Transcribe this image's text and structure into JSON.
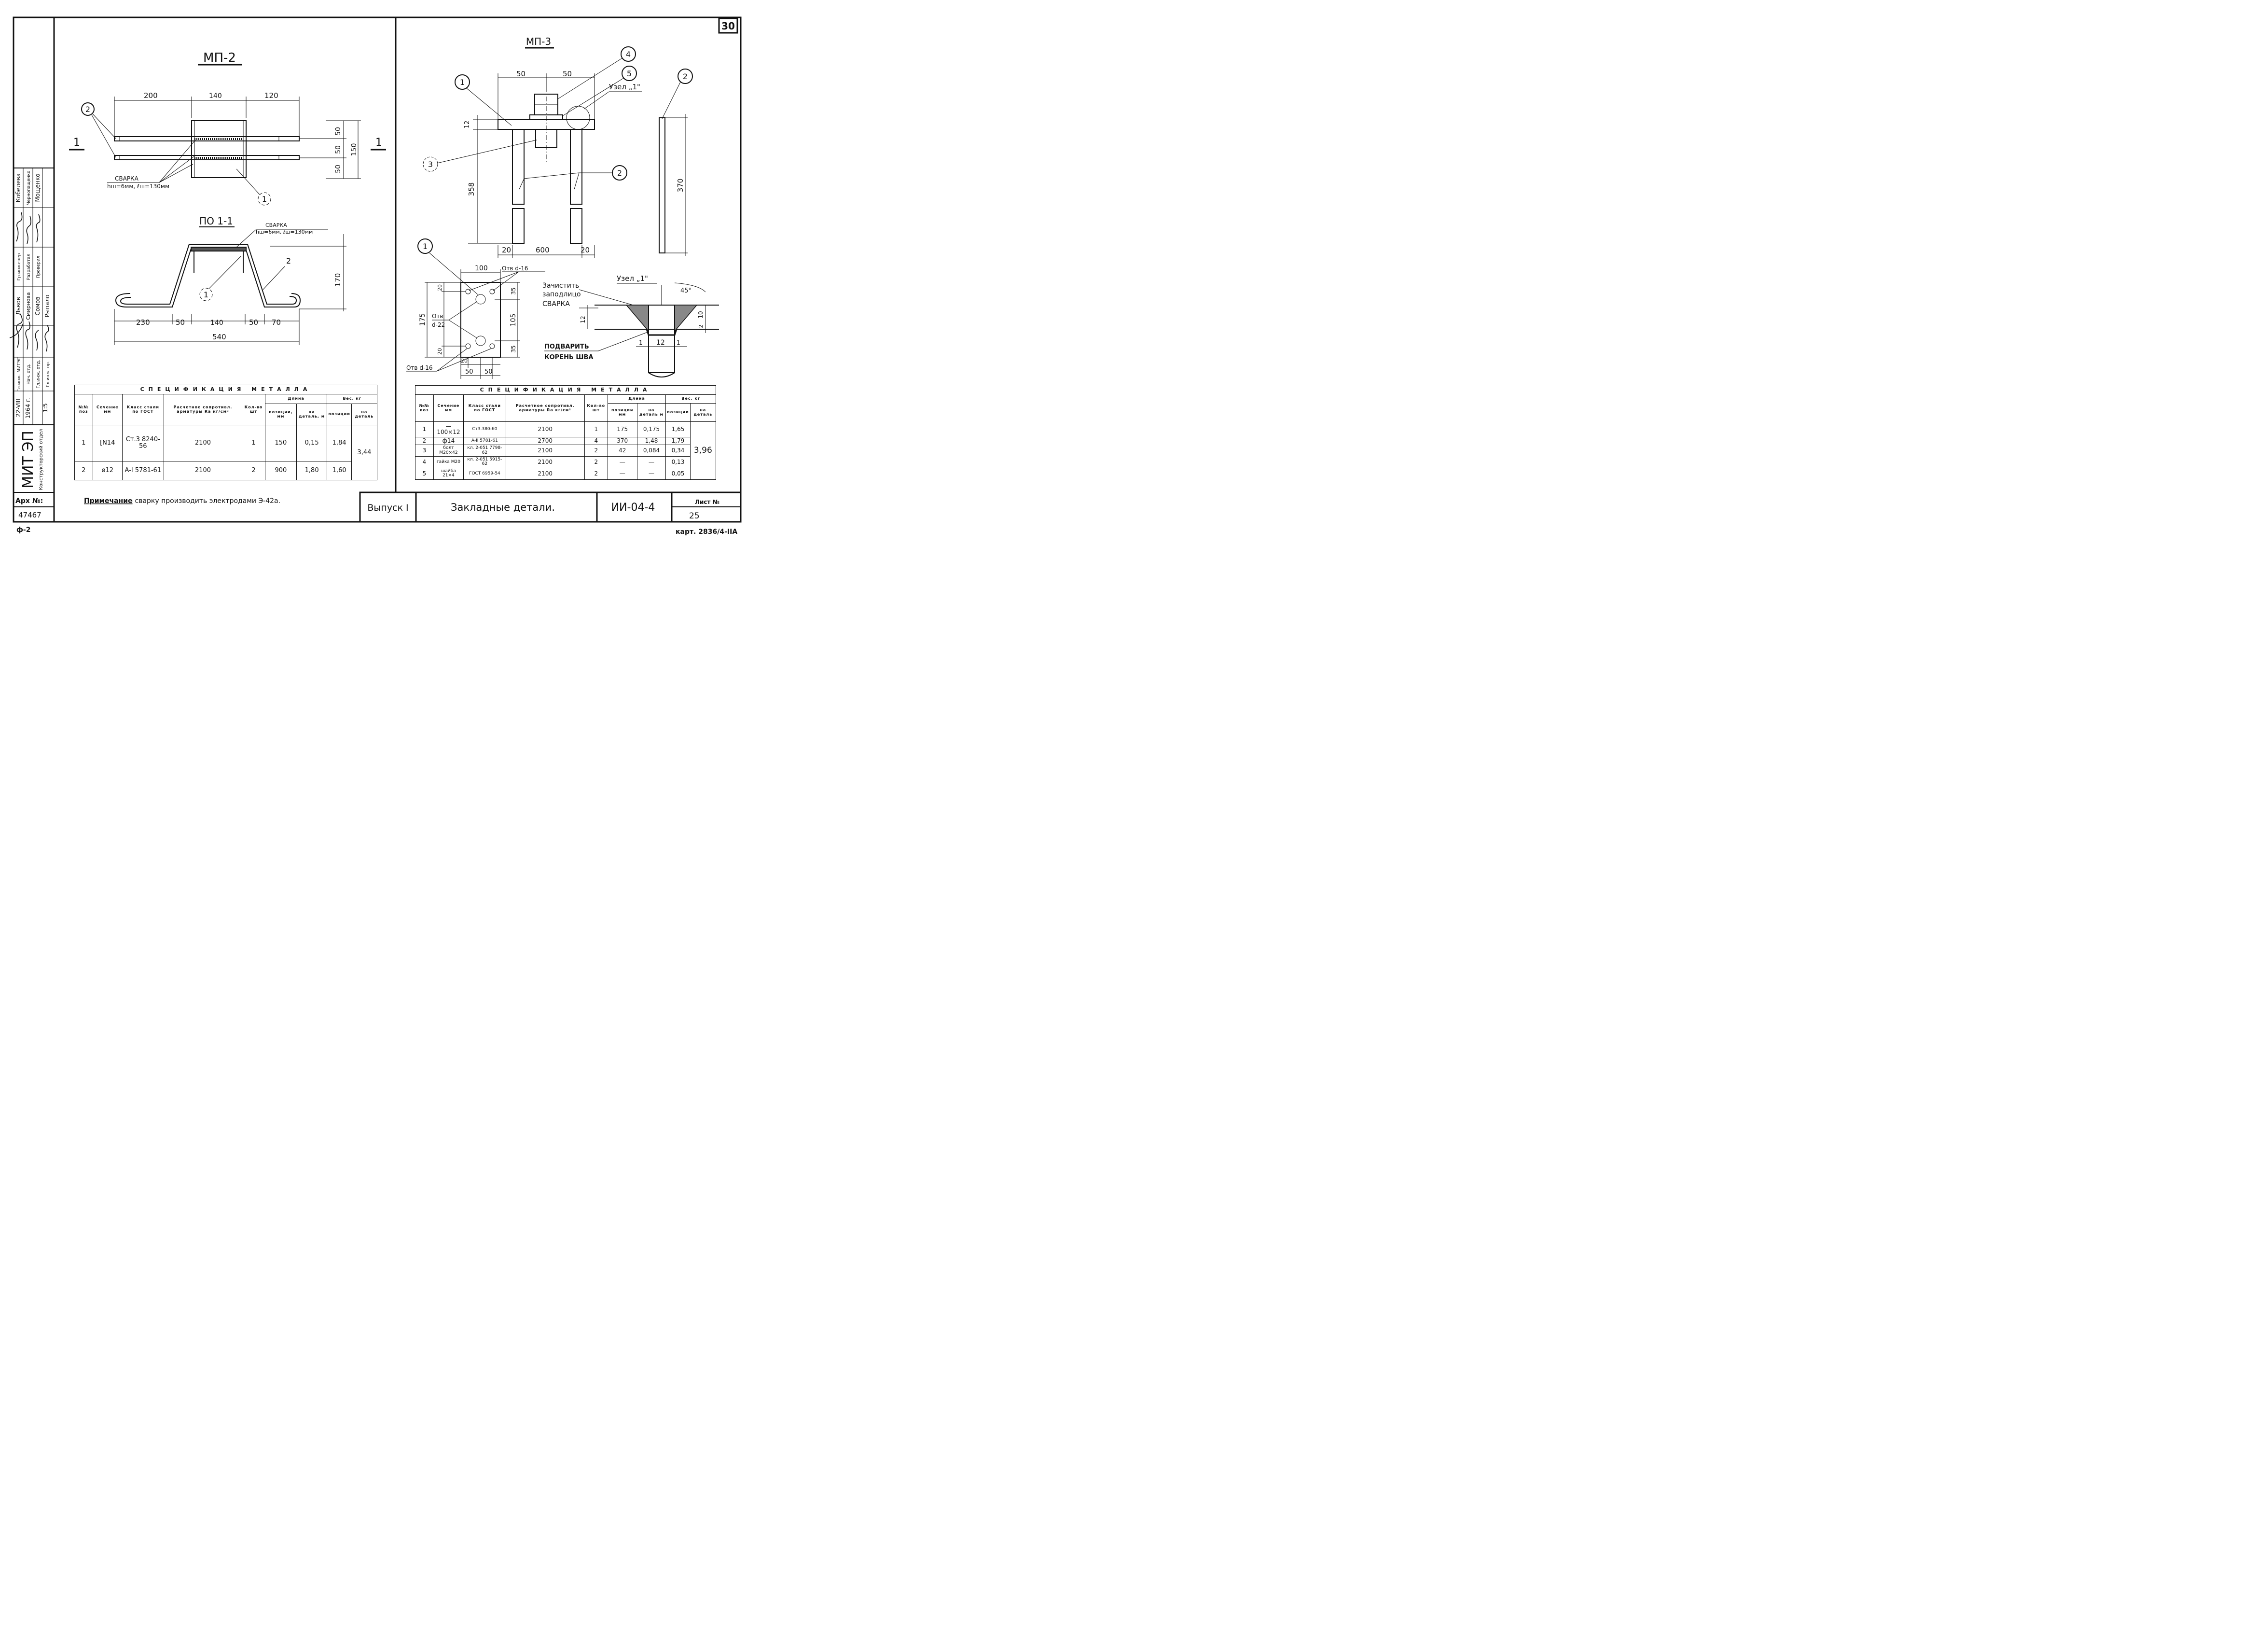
{
  "sheet_number": "30",
  "left": {
    "title": "МП-2",
    "dims_top": [
      "200",
      "140",
      "120"
    ],
    "dims_right": [
      "50",
      "50",
      "50",
      "150"
    ],
    "section_mark": "1",
    "callouts": [
      "2",
      "1",
      "1",
      "2"
    ],
    "weld_label": "СВАРКА",
    "weld_spec": "hш=6мм, ℓш=130мм",
    "section_title": "ПО 1-1",
    "section_weld_label": "СВАРКА",
    "section_weld_spec": "hш=6мм, ℓш=130мм",
    "section_height": "170",
    "section_dims": [
      "230",
      "50",
      "140",
      "50",
      "70"
    ],
    "section_total": "540"
  },
  "right": {
    "title": "МП-3",
    "dims_top": [
      "50",
      "50"
    ],
    "dim_12": "12",
    "dim_358": "358",
    "dims_bottom": [
      "20",
      "600",
      "20"
    ],
    "callouts": [
      "1",
      "4",
      "5",
      "3",
      "2",
      "2",
      "1"
    ],
    "node_label": "Узел „1\"",
    "bar_length": "370",
    "plate_dims": {
      "width": "100",
      "hole_small": "Отв d-16",
      "hole_small_2": "Отв d-16",
      "hole_big_a": "Отв",
      "hole_big_b": "d-22",
      "h20a": "20",
      "h175": "175",
      "h20b": "20",
      "r35a": "35",
      "r105": "105",
      "r35b": "35",
      "b20": "20",
      "b50a": "50",
      "b50b": "50"
    },
    "node_title": "Узел „1\"",
    "node_clean": [
      "Зачистить",
      "заподлицо"
    ],
    "node_weld": "СВАРКА",
    "node_angle": "45°",
    "node_dim12": "12",
    "node_dim10": "10",
    "node_dim2": "2",
    "node_bottom": [
      "1",
      "12",
      "1"
    ],
    "node_root": [
      "ПОДВАРИТЬ",
      "КОРЕНЬ ШВА"
    ]
  },
  "spec_left": {
    "title": "СПЕЦИФИКАЦИЯ МЕТАЛЛА",
    "headers": {
      "pos": "№№ поз",
      "section": "Сечение мм",
      "steel": "Класс стали по ГОСТ",
      "resist": "Расчетное сопротивл. арматуры Rа кг/см²",
      "qty": "Кол-во шт",
      "length": "Длина",
      "len_pos": "позиции, мм",
      "len_det": "на деталь, м",
      "weight": "Вес, кг",
      "w_pos": "позиции",
      "w_det": "на деталь"
    },
    "rows": [
      {
        "pos": "1",
        "section": "[N14",
        "steel": "Ст.3 8240-56",
        "resist": "2100",
        "qty": "1",
        "len_pos": "150",
        "len_det": "0,15",
        "w_pos": "1,84",
        "w_det": ""
      },
      {
        "pos": "2",
        "section": "ø12",
        "steel": "A-I 5781-61",
        "resist": "2100",
        "qty": "2",
        "len_pos": "900",
        "len_det": "1,80",
        "w_pos": "1,60",
        "w_det": "3,44"
      }
    ]
  },
  "spec_right": {
    "title": "СПЕЦИФИКАЦИЯ МЕТАЛЛА",
    "headers": {
      "pos": "№№ поз",
      "section": "Сечение мм",
      "steel": "Класс стали по ГОСТ",
      "resist": "Расчетное сопротивл. арматуры Rа кг/см²",
      "qty": "Кол-во шт",
      "length": "Длина",
      "len_pos": "позиции мм",
      "len_det": "на деталь м",
      "weight": "Вес, кг",
      "w_pos": "позиции",
      "w_det": "на деталь"
    },
    "rows": [
      {
        "pos": "1",
        "section": "— 100×12",
        "steel": "Ст3.380-60",
        "resist": "2100",
        "qty": "1",
        "len_pos": "175",
        "len_det": "0,175",
        "w_pos": "1,65"
      },
      {
        "pos": "2",
        "section": "ф14",
        "steel": "A-II 5781-61",
        "resist": "2700",
        "qty": "4",
        "len_pos": "370",
        "len_det": "1,48",
        "w_pos": "1,79"
      },
      {
        "pos": "3",
        "section": "болт М20×42",
        "steel": "кл. 2-051 7798-62",
        "resist": "2100",
        "qty": "2",
        "len_pos": "42",
        "len_det": "0,084",
        "w_pos": "0,34"
      },
      {
        "pos": "4",
        "section": "гайка М20",
        "steel": "кл. 2-051 5915-62",
        "resist": "2100",
        "qty": "2",
        "len_pos": "—",
        "len_det": "—",
        "w_pos": "0,13"
      },
      {
        "pos": "5",
        "section": "шайба 21×4",
        "steel": "ГОСТ 6959-54",
        "resist": "2100",
        "qty": "2",
        "len_pos": "—",
        "len_det": "—",
        "w_pos": "0,05"
      }
    ],
    "total": "3,96"
  },
  "note": {
    "label": "Примечание",
    "text": "- сварку производить электродами Э-42а."
  },
  "title_block": {
    "issue": "Выпуск I",
    "name": "Закладные детали.",
    "code": "ИИ-04-4",
    "sheet_label": "Лист №",
    "sheet_no": "25"
  },
  "stamp": {
    "org": "МИТ ЭП",
    "dept": "Конструкторский отдел",
    "date1": "22-VIII",
    "date2": "1964 г.",
    "scale": "1:5",
    "roles": [
      "Гл.инж. МИТЭП",
      "Нач. отд.",
      "Гл.инж. отд.",
      "Гл.инж. пр.",
      "Гр.инженер",
      "Разработал",
      "Проверил"
    ],
    "names": [
      "Львов",
      "Смирнова",
      "Сомов",
      "Рыпало",
      "Кобелева",
      "Чернопащенко",
      "Мощенко"
    ],
    "arch_label": "Арх №:",
    "arch_no": "47467"
  },
  "corner_bl": "ф-2",
  "corner_br": "карт. 2836/4-IIА"
}
